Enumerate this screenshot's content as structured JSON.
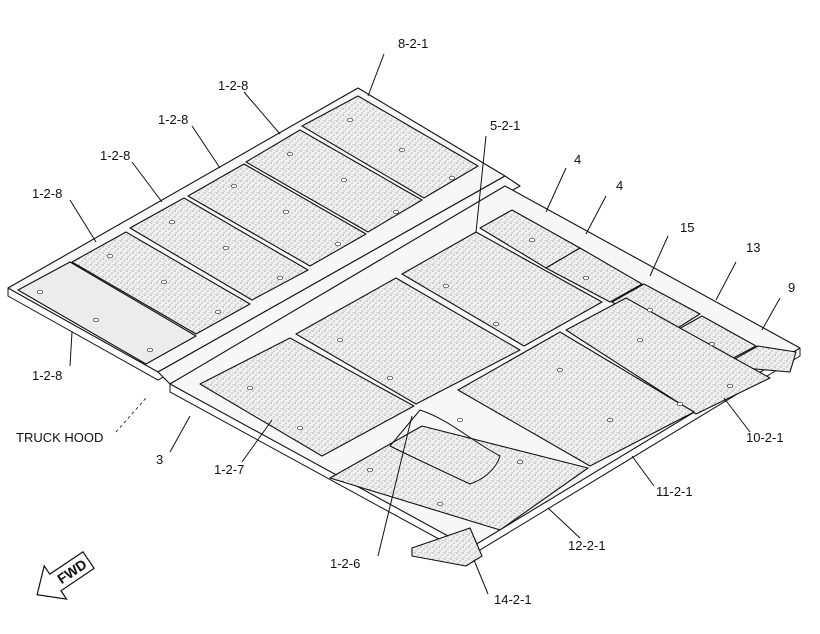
{
  "callouts": {
    "c_8_2_1": "8-2-1",
    "c_1_2_8_a": "1-2-8",
    "c_1_2_8_b": "1-2-8",
    "c_1_2_8_c": "1-2-8",
    "c_1_2_8_d": "1-2-8",
    "c_1_2_8_e": "1-2-8",
    "c_5_2_1": "5-2-1",
    "c_4_a": "4",
    "c_4_b": "4",
    "c_15": "15",
    "c_13": "13",
    "c_9": "9",
    "c_10_2_1": "10-2-1",
    "c_11_2_1": "11-2-1",
    "c_12_2_1": "12-2-1",
    "c_14_2_1": "14-2-1",
    "c_1_2_6": "1-2-6",
    "c_1_2_7": "1-2-7",
    "c_3": "3",
    "truck_hood": "TRUCK HOOD"
  },
  "direction_arrow": {
    "label": "FWD",
    "icon": "fwd-arrow-icon"
  },
  "colors": {
    "line": "#111111",
    "panel_fill": "#ececec",
    "background": "#ffffff"
  }
}
